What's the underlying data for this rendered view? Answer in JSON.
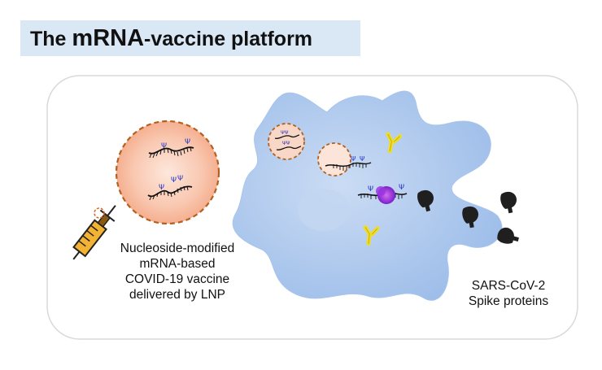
{
  "title": {
    "prefix": "The ",
    "emphasis": "mRNA",
    "suffix": "-vaccine platform"
  },
  "labels": {
    "vaccine": [
      "Nucleoside-modified",
      "mRNA-based",
      "COVID-19 vaccine",
      "delivered by LNP"
    ],
    "spike": [
      "SARS-CoV-2",
      "Spike proteins"
    ]
  },
  "colors": {
    "title_bg": "#dae8f6",
    "lnp_fill": "#f7b79a",
    "lnp_border": "#b4601f",
    "cell": "#a9c5ec",
    "nucleus": "#c3d6f1",
    "mrna": "#111111",
    "nucleoside": "#2a3ac9",
    "ribosome": "#8a2bd6",
    "antibody": "#f0dd23",
    "spike_protein": "#222222",
    "syringe_barrel": "#f2b233",
    "syringe_plunger": "#8a5a12"
  },
  "icons": [
    "syringe-icon",
    "lnp-particle-icon",
    "antigen-presenting-cell-icon",
    "ribosome-icon",
    "antibody-icon",
    "spike-protein-icon"
  ]
}
